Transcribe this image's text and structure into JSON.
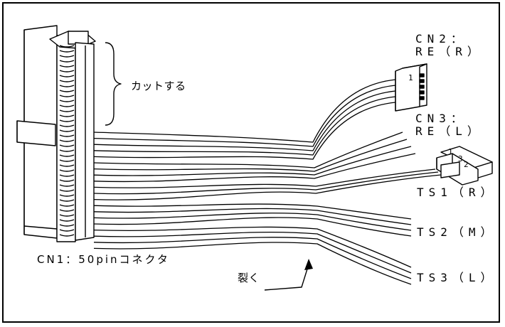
{
  "labels": {
    "cut_note": "カットする",
    "cn2_line1": "CN2：",
    "cn2_line2": "RE（R）",
    "cn3_line1": "CN3：",
    "cn3_line2": "RE（L）",
    "ts1": "TS1（R）",
    "ts2": "TS2（M）",
    "ts3": "TS3（L）",
    "cn1": "CN1：50pinコネクタ",
    "split_note": "裂く",
    "pin_1_cn2": "1",
    "pin_1_ts": "1",
    "pin_2_ts": "2",
    "pin_3_ts": "3"
  },
  "colors": {
    "ink": "#000000",
    "paper": "#ffffff"
  },
  "wire_counts": {
    "ribbon_total": 20,
    "to_cn2": 5,
    "to_cn3": 4,
    "to_ts1": 3,
    "to_ts2": 4,
    "to_ts3": 4
  }
}
